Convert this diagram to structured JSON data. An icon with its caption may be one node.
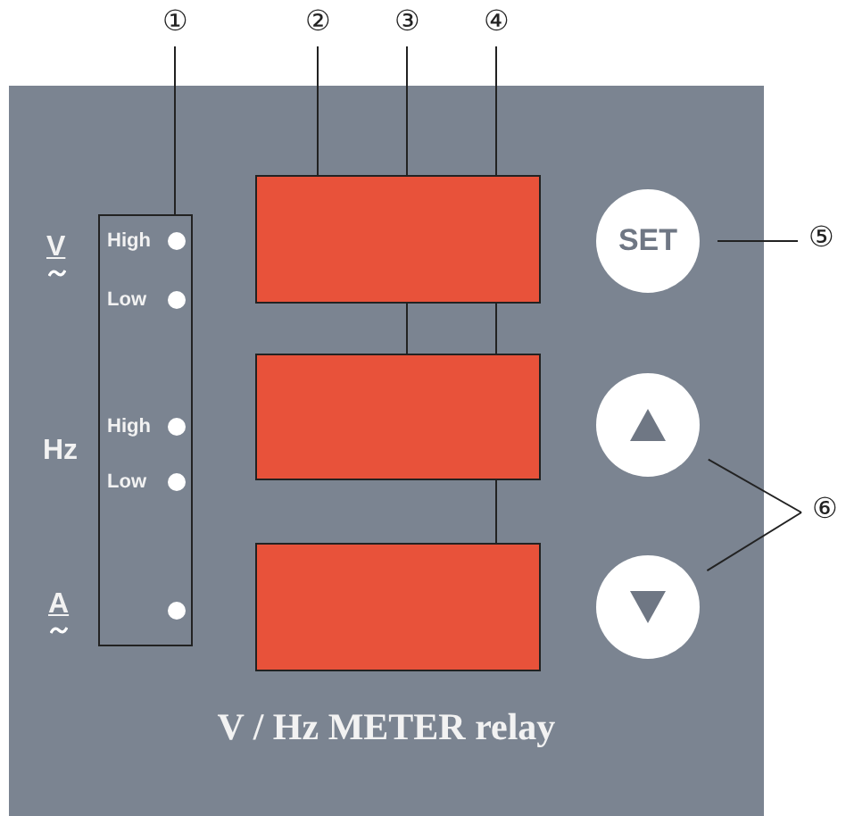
{
  "diagram": {
    "nodes": [
      {
        "text": [
          "①"
        ]
      },
      {
        "text": [
          "②"
        ]
      },
      {
        "text": [
          "③"
        ]
      },
      {
        "text": [
          "④"
        ]
      },
      {
        "text": [
          "⑤"
        ]
      },
      {
        "text": [
          "⑥"
        ]
      },
      {
        "text": [
          "High",
          "Low",
          "High",
          "Low"
        ]
      },
      {
        "text": [],
        "shape": "box"
      },
      {
        "text": [],
        "shape": "box"
      },
      {
        "text": [],
        "shape": "box"
      },
      {
        "text": [
          "SET"
        ]
      },
      {
        "text": [],
        "shape": "circle"
      },
      {
        "text": [],
        "shape": "circle"
      }
    ],
    "edges": [
      {
        "from": 0,
        "to": 6,
        "arrow": "none"
      },
      {
        "from": 1,
        "to": 7,
        "arrow": "none"
      },
      {
        "from": 2,
        "to": 8,
        "arrow": "none"
      },
      {
        "from": 3,
        "to": 9,
        "arrow": "none"
      },
      {
        "from": 4,
        "to": 10,
        "arrow": "none"
      },
      {
        "from": 5,
        "to": 11,
        "arrow": "none"
      },
      {
        "from": 5,
        "to": 12,
        "arrow": "none"
      }
    ],
    "labels": [
      "V",
      "Hz",
      "A",
      "V / Hz METER relay"
    ]
  }
}
